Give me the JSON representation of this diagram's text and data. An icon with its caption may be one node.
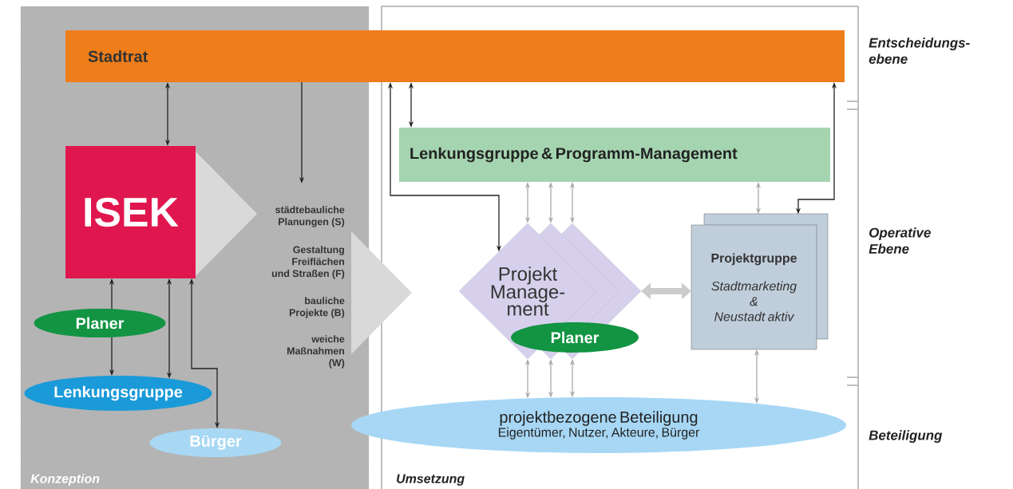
{
  "diagram": {
    "nodes": [
      {
        "text": [
          "Konzeption"
        ]
      },
      {
        "text": [
          "Umsetzung"
        ]
      },
      {
        "text": [
          "Stadtrat"
        ]
      },
      {
        "text": [
          "ISEK"
        ],
        "in": 0
      },
      {
        "text": [
          "Planer"
        ],
        "in": 0
      },
      {
        "text": [
          "Lenkungsgruppe"
        ],
        "in": 0
      },
      {
        "text": [
          "Bürger"
        ],
        "in": 0
      },
      {
        "text": [
          "Lenkungsgruppe & Programm-Management"
        ],
        "in": 1
      },
      {
        "text": [
          "Projekt Manage- ment"
        ],
        "in": 1
      },
      {
        "text": [
          "Planer"
        ],
        "in": 8
      },
      {
        "text": [
          "Projektgruppe",
          "Stadtmarketing & Neustadt aktiv"
        ],
        "in": 1
      },
      {
        "text": [
          "projektbezogene Beteiligung",
          "Eigentümer, Nutzer, Akteure, Bürger"
        ],
        "in": 1
      },
      {
        "text": [],
        "shape": "chevron",
        "in": 0
      },
      {
        "text": [],
        "shape": "chevron"
      }
    ],
    "edges": [
      {
        "from": 2,
        "to": 3,
        "arrow": "both",
        "color": "#222222"
      },
      {
        "from": 2,
        "to": null,
        "arrow": "to",
        "color": "#222222"
      },
      {
        "from": 2,
        "to": 7,
        "arrow": "both",
        "color": "#222222"
      },
      {
        "from": 2,
        "to": 8,
        "arrow": "both",
        "color": "#222222"
      },
      {
        "from": 2,
        "to": 10,
        "arrow": "both",
        "color": "#222222"
      },
      {
        "from": 4,
        "to": 3,
        "arrow": "to",
        "color": "#222222"
      },
      {
        "from": 4,
        "to": 5,
        "arrow": "to",
        "color": "#222222"
      },
      {
        "from": 3,
        "to": 5,
        "arrow": "both",
        "color": "#222222"
      },
      {
        "from": 3,
        "to": 6,
        "arrow": "both",
        "color": "#222222"
      },
      {
        "from": 7,
        "to": 8,
        "arrow": "both",
        "color": "#aaaaaa"
      },
      {
        "from": 7,
        "to": 8,
        "arrow": "both",
        "color": "#aaaaaa"
      },
      {
        "from": 7,
        "to": 8,
        "arrow": "both",
        "color": "#aaaaaa"
      },
      {
        "from": 7,
        "to": 10,
        "arrow": "both",
        "color": "#aaaaaa"
      },
      {
        "from": 8,
        "to": 11,
        "arrow": "both",
        "color": "#aaaaaa"
      },
      {
        "from": 8,
        "to": 11,
        "arrow": "both",
        "color": "#aaaaaa"
      },
      {
        "from": 8,
        "to": 11,
        "arrow": "both",
        "color": "#aaaaaa"
      },
      {
        "from": 8,
        "to": 10,
        "arrow": "both",
        "style": "thick",
        "color": "#cccccc"
      },
      {
        "from": 10,
        "to": 11,
        "arrow": "both",
        "color": "#aaaaaa"
      }
    ],
    "labels": [
      "städtebauliche Planungen (S)",
      "Gestaltung Freiflächen und Straßen (F)",
      "bauliche Projekte (B)",
      "weiche Maßnahmen (W)",
      "Entscheidungs- ebene",
      "Operative Ebene",
      "Beteiligung"
    ]
  }
}
